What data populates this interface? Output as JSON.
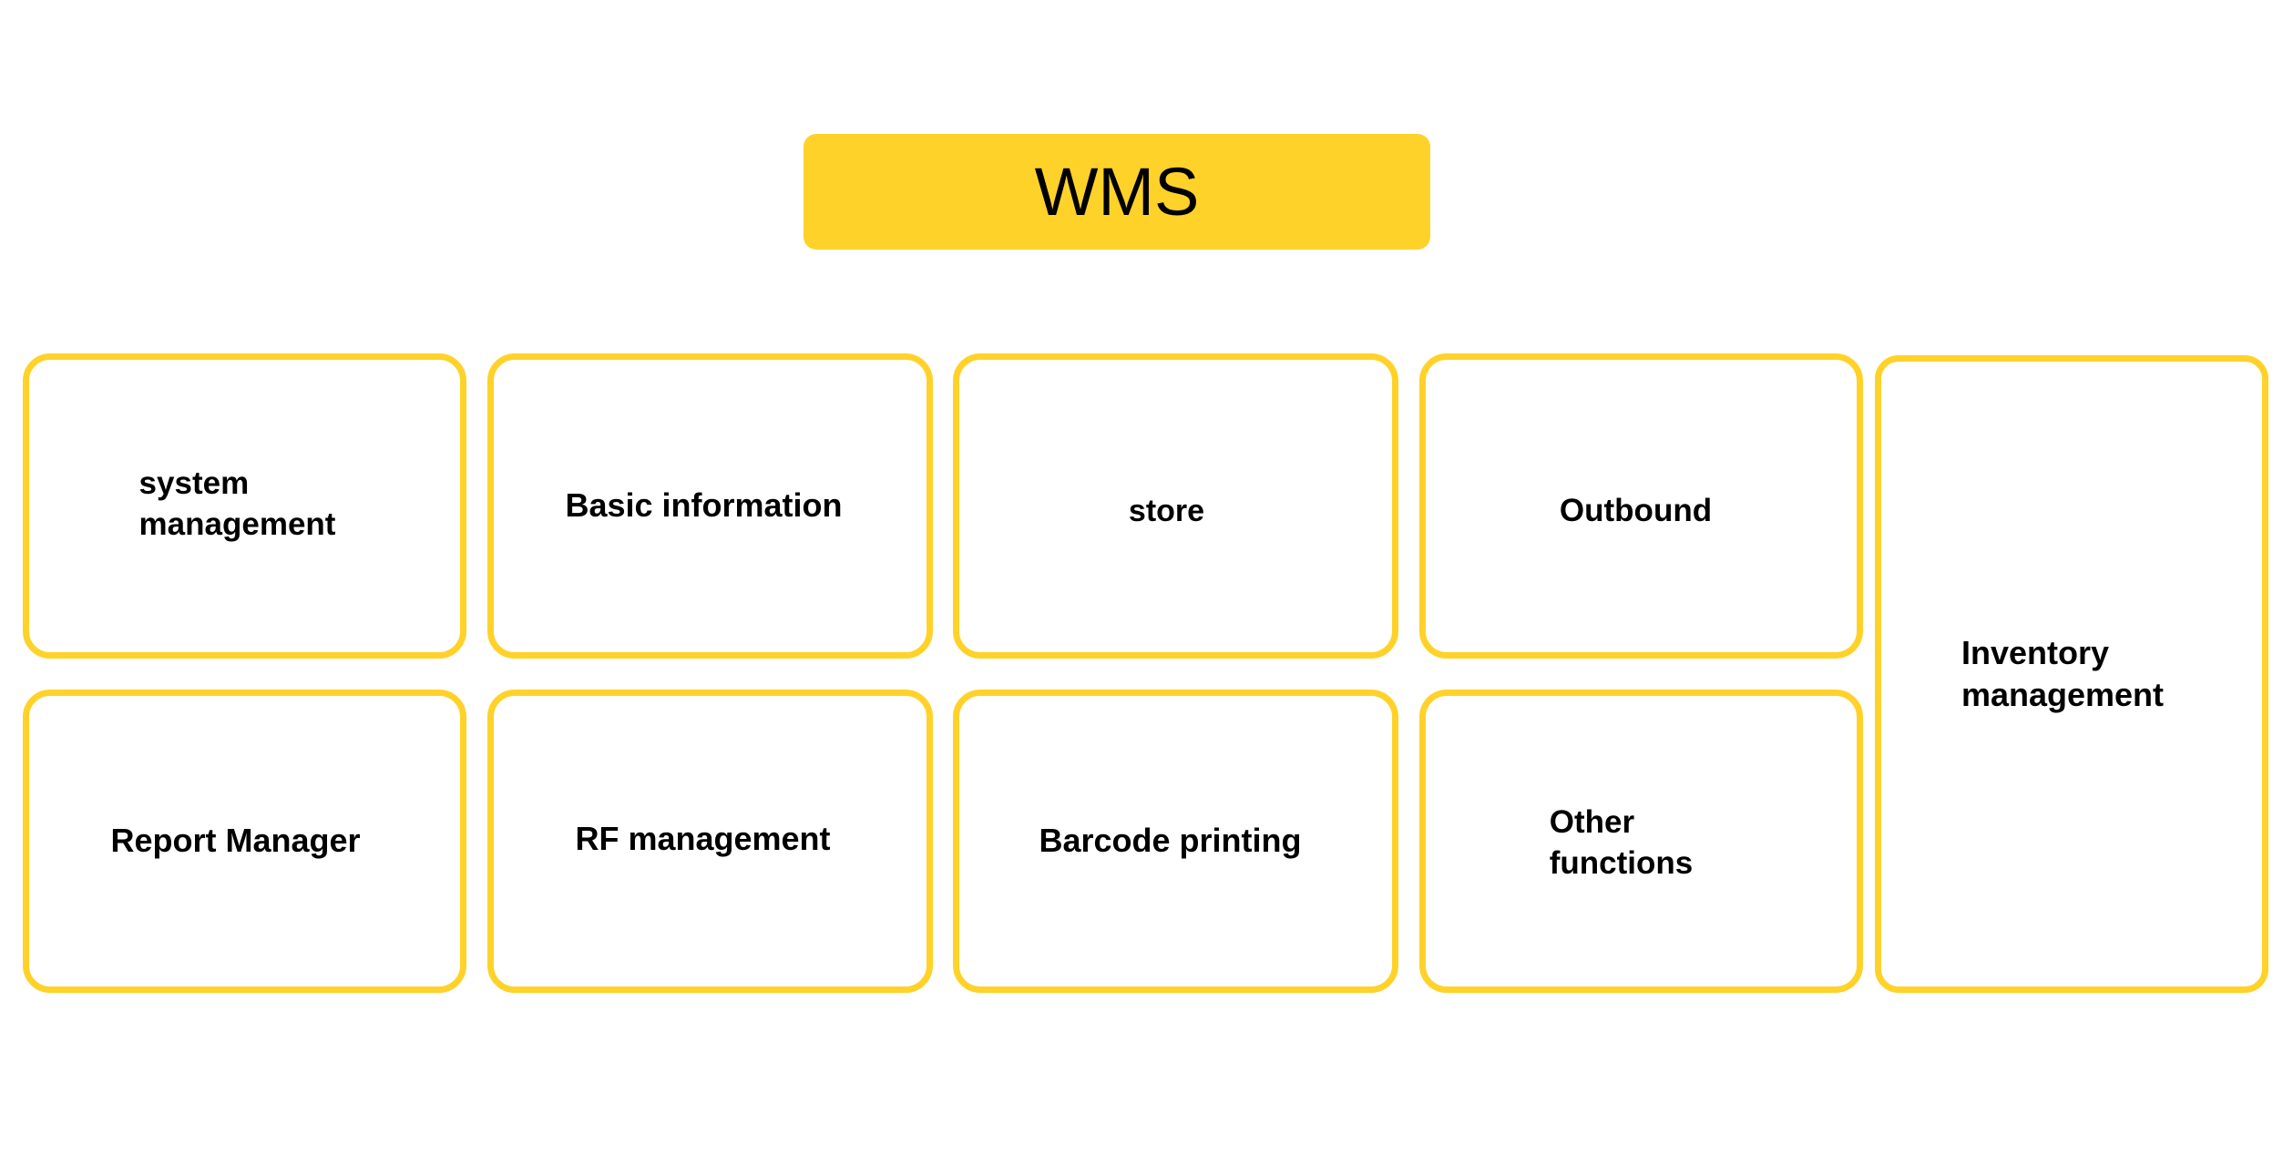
{
  "diagram": {
    "title": "WMS",
    "accent_color": "#FFD22A",
    "background_color": "#FFFFFF",
    "text_color": "#000000",
    "header": {
      "label": "WMS"
    },
    "modules": [
      {
        "id": "system-management",
        "label": "system\nmanagement",
        "row": 1,
        "column": 1
      },
      {
        "id": "basic-information",
        "label": "Basic information",
        "row": 1,
        "column": 2
      },
      {
        "id": "store",
        "label": "store",
        "row": 1,
        "column": 3
      },
      {
        "id": "outbound",
        "label": "Outbound",
        "row": 1,
        "column": 4
      },
      {
        "id": "report-manager",
        "label": "Report Manager",
        "row": 2,
        "column": 1
      },
      {
        "id": "rf-management",
        "label": "RF management",
        "row": 2,
        "column": 2
      },
      {
        "id": "barcode-printing",
        "label": "Barcode printing",
        "row": 2,
        "column": 3
      },
      {
        "id": "other-functions",
        "label": "Other\nfunctions",
        "row": 2,
        "column": 4
      },
      {
        "id": "inventory-management",
        "label": "Inventory\nmanagement",
        "row": 0,
        "column": 5
      }
    ]
  }
}
